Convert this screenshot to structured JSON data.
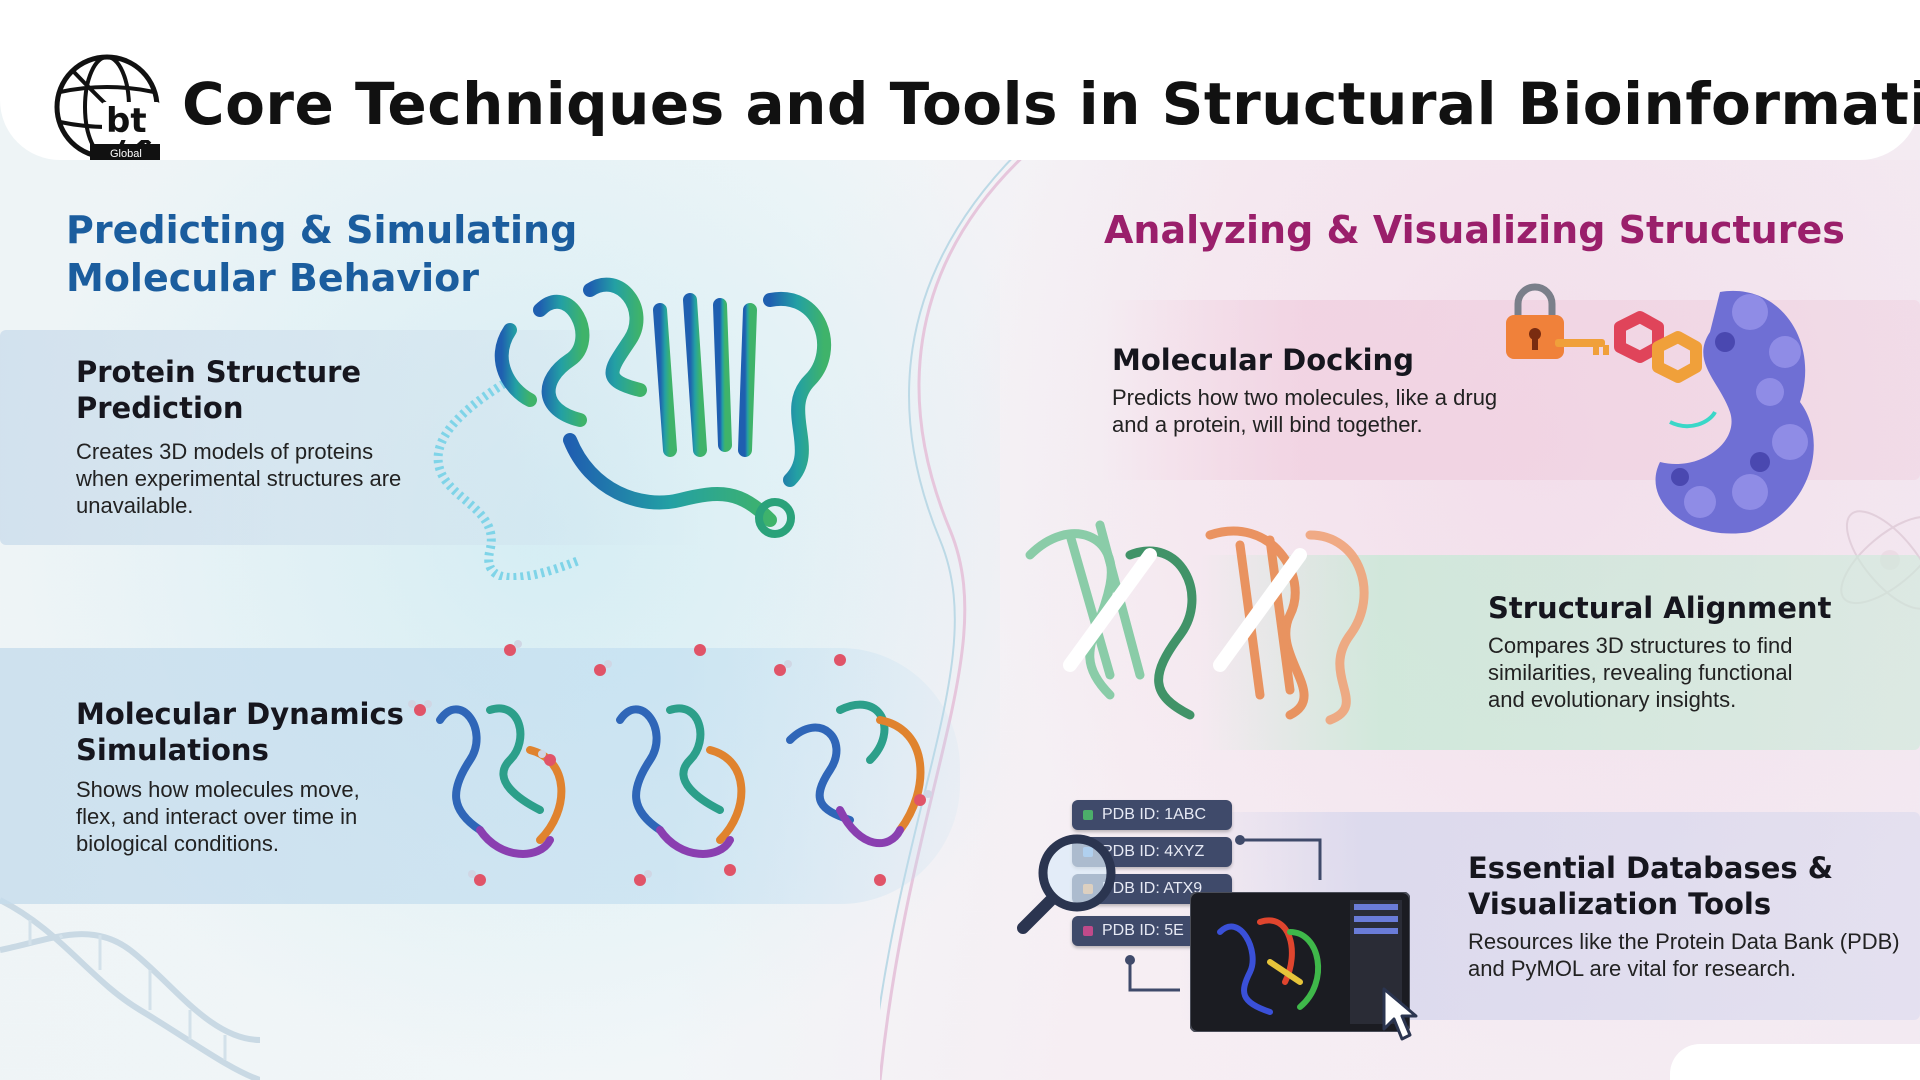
{
  "header": {
    "title": "Core Techniques and Tools in Structural Bioinformatics",
    "logo_text": "bt",
    "logo_subtext": "Global"
  },
  "left_section": {
    "title": "Predicting & Simulating Molecular Behavior",
    "color": "#1b5d9e",
    "cards": [
      {
        "title": "Protein Structure Prediction",
        "description": "Creates 3D models of proteins when experimental structures are unavailable."
      },
      {
        "title": "Molecular Dynamics Simulations",
        "description": "Shows how molecules move, flex, and interact over time in biological conditions."
      }
    ]
  },
  "right_section": {
    "title": "Analyzing & Visualizing Structures",
    "color": "#9a1f6b",
    "cards": [
      {
        "title": "Molecular Docking",
        "description": "Predicts how two molecules, like a drug and a protein, will bind together."
      },
      {
        "title": "Structural Alignment",
        "description": "Compares 3D structures to find similarities, revealing functional and evolutionary insights."
      },
      {
        "title": "Essential Databases & Visualization Tools",
        "description": "Resources like the Protein Data Bank (PDB) and PyMOL are vital for research."
      }
    ]
  },
  "pdb_entries": [
    {
      "label": "PDB ID: 1ABC",
      "color": "#4caf6a"
    },
    {
      "label": "PDB ID: 4XYZ",
      "color": "#4a8fd6"
    },
    {
      "label": "PDB ID: ATX9",
      "color": "#e0903a"
    },
    {
      "label": "PDB ID: 5E",
      "color": "#c04a8a"
    }
  ],
  "icons": [
    "logo-globe-icon",
    "padlock-icon",
    "key-icon",
    "magnifier-icon",
    "cursor-icon",
    "dna-icon",
    "atom-icon"
  ]
}
